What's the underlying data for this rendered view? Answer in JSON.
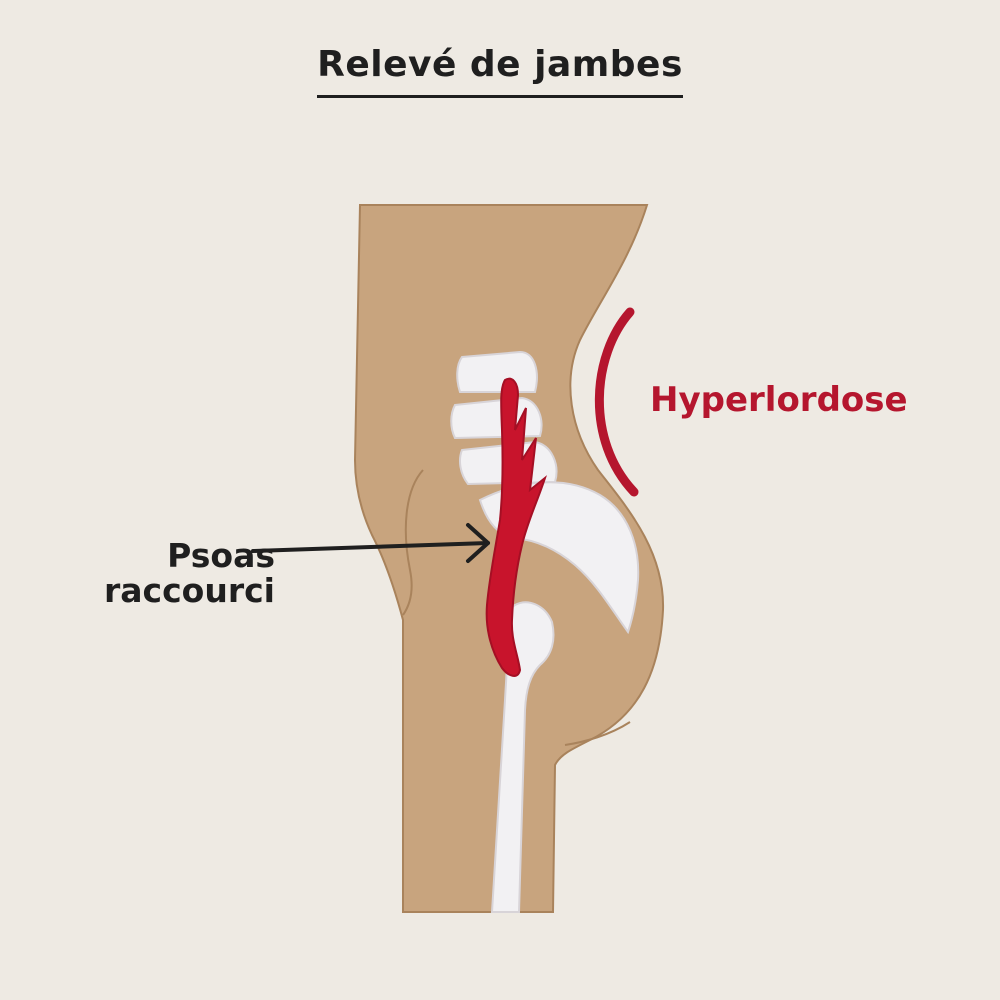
{
  "title": "Relevé de jambes",
  "labels": {
    "hyperlordose": "Hyperlordose",
    "psoas_line1": "Psoas",
    "psoas_line2": "raccourci"
  },
  "colors": {
    "background": "#eeeae3",
    "skin": "#c8a47e",
    "skin_outline": "#a9835c",
    "bone": "#f2f1f3",
    "bone_outline": "#d8d4d8",
    "muscle": "#c8142c",
    "muscle_dark": "#a50f24",
    "text": "#1f1f1f"
  }
}
